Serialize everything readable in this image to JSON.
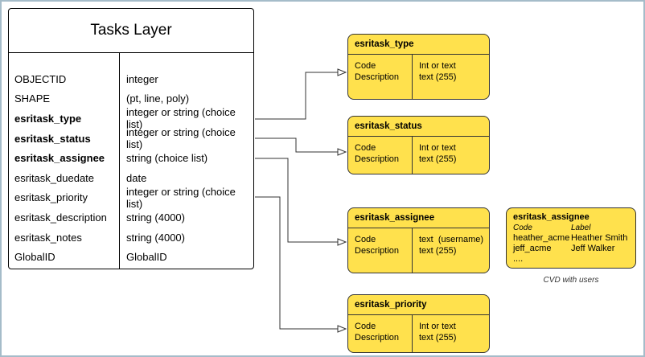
{
  "main_table": {
    "title": "Tasks Layer",
    "rows": [
      {
        "field": "OBJECTID",
        "type": "integer"
      },
      {
        "field": "SHAPE",
        "type": "(pt, line, poly)"
      },
      {
        "field": "esritask_type",
        "type": "integer or string (choice list)"
      },
      {
        "field": "esritask_status",
        "type": "integer or string (choice list)"
      },
      {
        "field": "esritask_assignee",
        "type": "string (choice list)"
      },
      {
        "field": "esritask_duedate",
        "type": "date"
      },
      {
        "field": "esritask_priority",
        "type": "integer or string (choice list)"
      },
      {
        "field": "esritask_description",
        "type": "string (4000)"
      },
      {
        "field": "esritask_notes",
        "type": "string (4000)"
      },
      {
        "field": "GlobalID",
        "type": "GlobalID"
      }
    ]
  },
  "domain_boxes": [
    {
      "title": "esritask_type",
      "code_label": "Code",
      "description_label": "Description",
      "type_line1": "Int or text",
      "type_line2": "text (255)"
    },
    {
      "title": "esritask_status",
      "code_label": "Code",
      "description_label": "Description",
      "type_line1": "Int or text",
      "type_line2": "text (255)"
    },
    {
      "title": "esritask_assignee",
      "code_label": "Code",
      "description_label": "Description",
      "type_line1": "text  (username)",
      "type_line2": "text (255)"
    },
    {
      "title": "esritask_priority",
      "code_label": "Code",
      "description_label": "Description",
      "type_line1": "Int or text",
      "type_line2": "text (255)"
    }
  ],
  "cvd_box": {
    "title": "esritask_assignee",
    "code_header": "Code",
    "label_header": "Label",
    "rows": [
      {
        "code": "heather_acme",
        "label": "Heather Smith"
      },
      {
        "code": "jeff_acme",
        "label": "Jeff Walker"
      },
      {
        "code": "....",
        "label": ""
      }
    ],
    "caption": "CVD with users"
  },
  "colors": {
    "domain_box_fill": "#ffe14d",
    "domain_box_border": "#333333",
    "connector_line": "#333333",
    "frame_border": "#a5bcc9"
  }
}
